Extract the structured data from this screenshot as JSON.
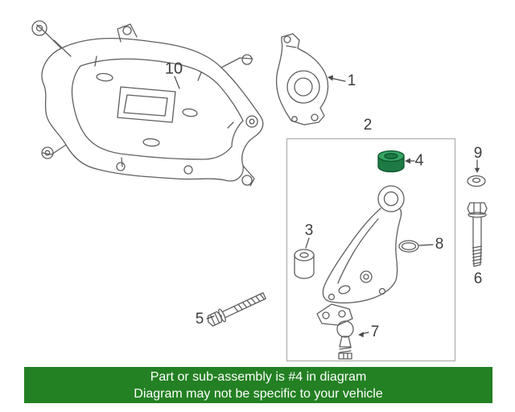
{
  "diagram": {
    "highlighted_callout": "4",
    "line_color": "#5f5f5f",
    "box_border_color": "#a5a5a5",
    "highlight": {
      "fill": "#1e7a44",
      "top_fill": "#35a364",
      "stroke": "#0d5429"
    },
    "callouts": [
      {
        "id": "1",
        "part": "steering-knuckle"
      },
      {
        "id": "2",
        "part": "lower-control-arm-assembly"
      },
      {
        "id": "3",
        "part": "control-arm-bushing"
      },
      {
        "id": "4",
        "part": "highlighted-bushing"
      },
      {
        "id": "5",
        "part": "mounting-bolt-long"
      },
      {
        "id": "6",
        "part": "mounting-bolt"
      },
      {
        "id": "7",
        "part": "ball-joint"
      },
      {
        "id": "8",
        "part": "snap-ring"
      },
      {
        "id": "9",
        "part": "washer"
      },
      {
        "id": "10",
        "part": "crossmember-subframe"
      }
    ]
  },
  "banner": {
    "line1": "Part or sub-assembly is #4 in diagram",
    "line2": "Diagram may not be specific to your vehicle",
    "background": "#238023",
    "text_color": "#ffffff"
  }
}
